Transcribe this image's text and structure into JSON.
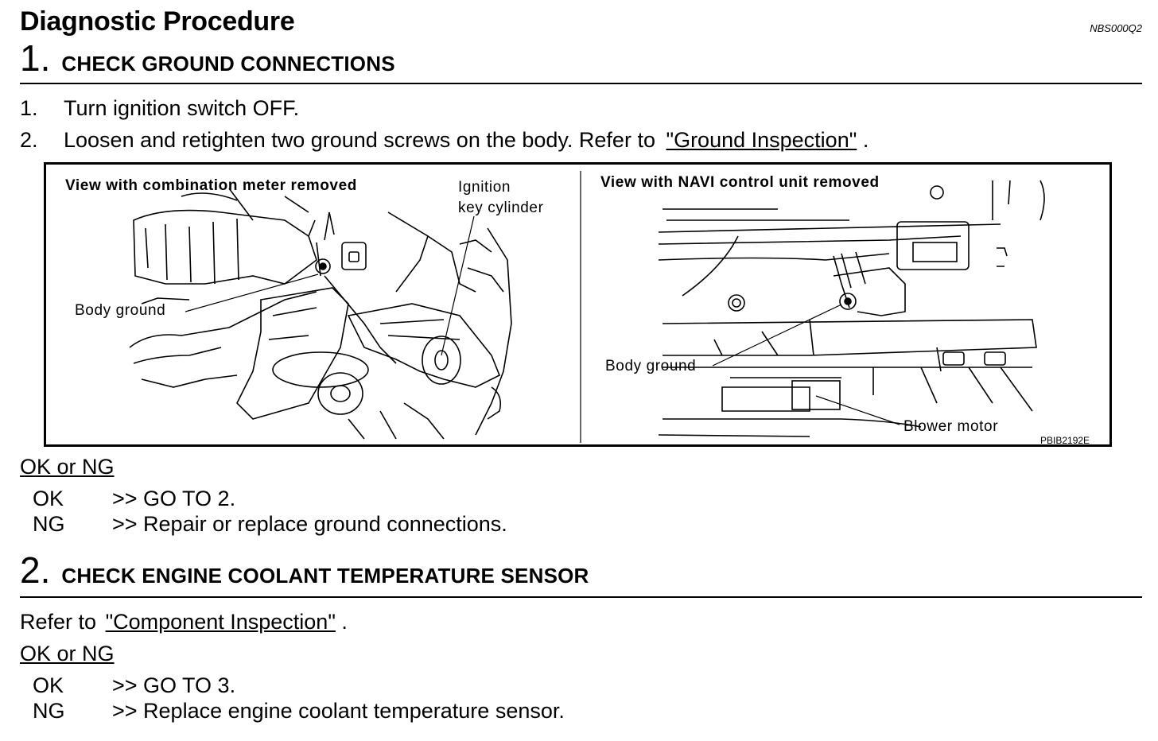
{
  "header": {
    "title": "Diagnostic Procedure",
    "doc_code": "NBS000Q2"
  },
  "steps": [
    {
      "number": "1.",
      "title": "CHECK GROUND CONNECTIONS",
      "instructions": [
        {
          "num": "1.",
          "text": "Turn ignition switch OFF."
        },
        {
          "num": "2.",
          "text": "Loosen and retighten two ground screws on the body. Refer to",
          "link": "\"Ground Inspection\"",
          "after": "."
        }
      ],
      "figure": {
        "left_label": "View with combination meter removed",
        "left_callout_key_1": "Ignition",
        "left_callout_key_2": "key cylinder",
        "left_callout_ground": "Body ground",
        "right_label": "View with NAVI control unit removed",
        "right_callout_ground": "Body ground",
        "right_callout_blower": "Blower motor",
        "figure_code": "PBIB2192E"
      },
      "result_heading": "OK or NG",
      "results": [
        {
          "key": "OK",
          "value": ">> GO TO 2."
        },
        {
          "key": "NG",
          "value": ">> Repair or replace ground connections."
        }
      ]
    },
    {
      "number": "2.",
      "title": "CHECK ENGINE COOLANT TEMPERATURE SENSOR",
      "refer_prefix": "Refer to",
      "refer_link": "\"Component Inspection\"",
      "refer_after": ".",
      "result_heading": "OK or NG",
      "results": [
        {
          "key": "OK",
          "value": ">> GO TO 3."
        },
        {
          "key": "NG",
          "value": ">> Replace engine coolant temperature sensor."
        }
      ]
    }
  ]
}
